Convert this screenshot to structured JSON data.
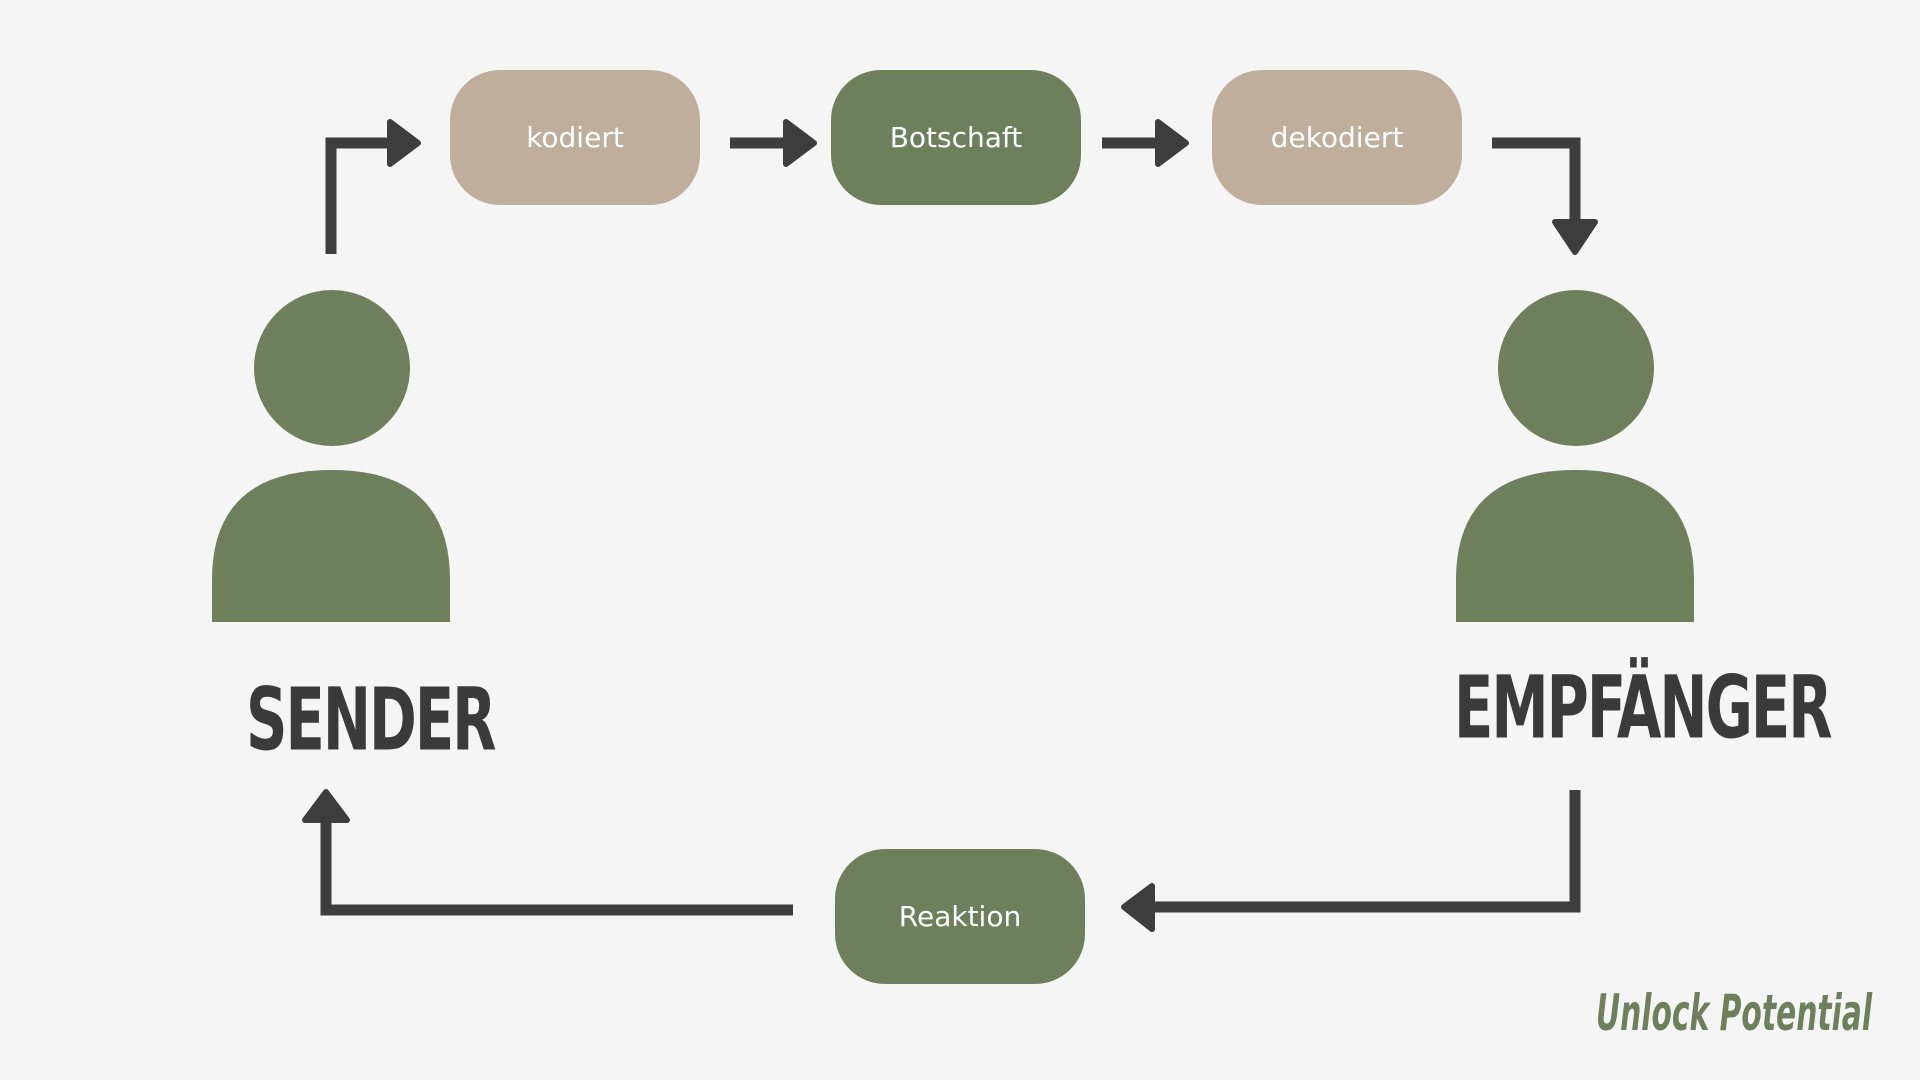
{
  "colors": {
    "background": "#f5f5f5",
    "green": "#6e7f5c",
    "beige": "#bfae9b",
    "arrow": "#3d3d3d",
    "text_dark": "#3a3a3a"
  },
  "nodes": {
    "encode": "kodiert",
    "message": "Botschaft",
    "decode": "dekodiert",
    "feedback": "Reaktion"
  },
  "people": {
    "sender": "SENDER",
    "receiver": "EMPFÄNGER"
  },
  "logo": {
    "text": "Unlock Potential"
  }
}
